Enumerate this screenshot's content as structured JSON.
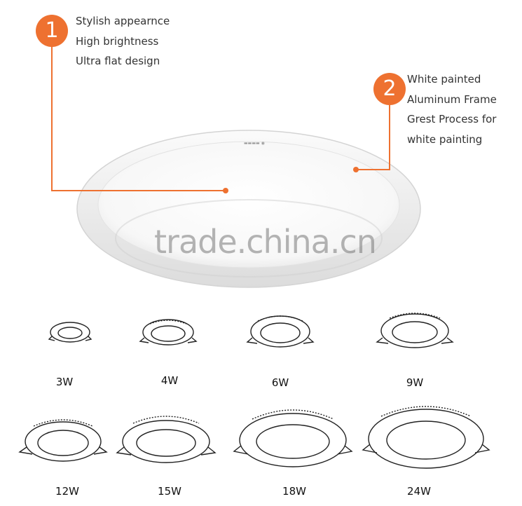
{
  "callout1": {
    "number": "1",
    "lines": [
      "Stylish appearnce",
      "High brightness",
      "Ultra flat design"
    ]
  },
  "callout2": {
    "number": "2",
    "lines": [
      "White  painted",
      "Aluminum Frame",
      "Grest Process for",
      "white painting"
    ]
  },
  "watermark": "trade.china.cn",
  "sizes": [
    "3W",
    "4W",
    "6W",
    "9W",
    "12W",
    "15W",
    "18W",
    "24W"
  ],
  "colors": {
    "accent": "#ee7130",
    "frame": "#f2f2f2",
    "line_art": "#222222"
  }
}
